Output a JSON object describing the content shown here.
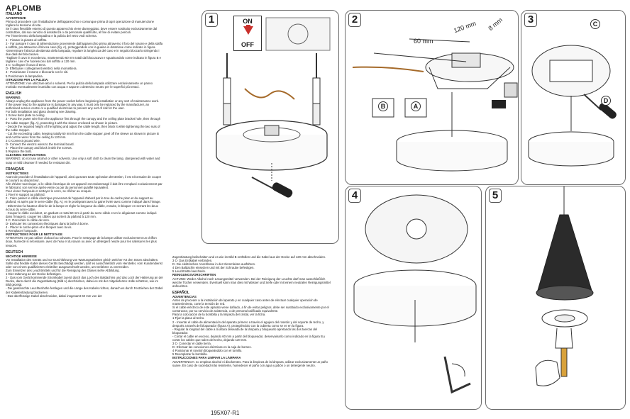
{
  "title": "APLOMB",
  "code": "195X07-R1",
  "panels": {
    "p1": {
      "number": "1",
      "on_label": "ON",
      "off_label": "OFF"
    },
    "p2": {
      "number": "2",
      "dim_60": "60 mm",
      "dim_120": "120 mm",
      "dim_8": "8 mm",
      "callout_a": "A",
      "callout_b": "B"
    },
    "p3": {
      "number": "3",
      "callout_c": "C",
      "callout_d": "D"
    },
    "p4": {
      "number": "4"
    },
    "p5": {
      "number": "5"
    }
  },
  "column1": [
    {
      "lang": "ITALIANO",
      "paragraphs": [
        {
          "bold": true,
          "text": "AVVERTENZE"
        },
        {
          "bold": false,
          "text": "Prima di procedere con l'installazione dell'apparecchio e comunque prima di ogni operazione di manutenzione togliere la tensione di rete."
        },
        {
          "bold": false,
          "text": "Se il cavo flessibile esterno di questo apparecchio viene danneggiato, deve essere sostituito esclusivamente dal costruttore, dal suo servizio di assistenza o da personale qualificato, al fine di evitare pericoli."
        },
        {
          "bold": false,
          "text": "Per l'inserimento della lampadina e la pulizia del vetro vedi schema."
        },
        {
          "bold": false,
          "text": "1 - Fissare la piastra al soffitto."
        },
        {
          "bold": false,
          "text": "2 - Far passare il cavo di alimentazione proveniente dall'apparecchio prima attraverso il foro del rosone e della staffa a soffitto, poi attraverso il blocca cavo (fig. A), proteggendolo con la guaina in dotazione come indicato in figura."
        },
        {
          "bold": false,
          "text": "-Determinare l'altezza desiderata della lampada, regolare la lunghezza del cavo e in seguito bloccarlo stringendo i due dadi del bloccacavo."
        },
        {
          "bold": false,
          "text": "-Tagliare il cavo in eccedenza, mantenendo 60 mm totali dal bloccacavo e sguainandolo come indicato in figura B e tagliare i cavi che fuoriescono dal soffitto a 120 mm."
        },
        {
          "bold": false,
          "text": "3 C- Collegare il cavo di terra."
        },
        {
          "bold": false,
          "text": "D- Effettuare i collegamenti elettrici nella morsettiera."
        },
        {
          "bold": false,
          "text": "4 - Posizionare il rosone e bloccarlo con le viti."
        },
        {
          "bold": false,
          "text": "5 Posizionare la lampadina."
        },
        {
          "bold": true,
          "text": "ISTRUZIONI PER LA PULIZIA:"
        },
        {
          "bold": false,
          "text": "ATTENZIONE: non utilizzare alcol o solventi. Per la pulizia della lampada utilizzare esclusivamente un panno morbido eventualmente inumidito con acqua e sapone o detersivo neutro per le superfici più tenaci."
        }
      ]
    },
    {
      "lang": "ENGLISH",
      "paragraphs": [
        {
          "bold": true,
          "text": "WARNING"
        },
        {
          "bold": false,
          "text": "Always unplug the appliance from the power socket before beginning installation or any sort of maintenance work."
        },
        {
          "bold": false,
          "text": "If the power lead to the appliance is damaged in any way, it must only be replaced by the manufacturer, an authorised service centre or a qualified electrician to prevent any sort of risk for the user."
        },
        {
          "bold": false,
          "text": "For bulb installation and glass cleaning see drawing."
        },
        {
          "bold": false,
          "text": "1 Screw back plate to ceiling."
        },
        {
          "bold": false,
          "text": "2 - Pass the power wire from the appliance first through the canopy and the ceiling plate bracket hole, then through the cable stopper (fig. A), protecting it with the sleeve enclosed as shown in picture."
        },
        {
          "bold": false,
          "text": "- Decide the required height of the lighting and adjust the cable length, then block it while tightening the two nuts of the cable stopper."
        },
        {
          "bold": false,
          "text": "- Cut the exceeding cable, keeping totally 60 mm from the cable stopper, peel off the sleeve as shown in picture B and cut the wires from the ceiling to 120 mm."
        },
        {
          "bold": false,
          "text": "3 C-Connect ground wire."
        },
        {
          "bold": false,
          "text": "D- Connect the electric wires to the terminal board."
        },
        {
          "bold": false,
          "text": "4 - Place the canopy and block it with the screws."
        },
        {
          "bold": false,
          "text": "5 Replace the bulb."
        },
        {
          "bold": true,
          "text": "CLEANING INSTRUCTIONS:"
        },
        {
          "bold": false,
          "text": "WARNING: do not use alcohol or other solvents. Use only a soft cloth to clean the lamp, dampened with water and soap or mild cleanser if needed for resistant dirt."
        }
      ]
    },
    {
      "lang": "FRANÇAIS",
      "paragraphs": [
        {
          "bold": true,
          "text": "INSTRUCTIONS"
        },
        {
          "bold": false,
          "text": "Avant de procéder à l'installation de l'appareil, ainsi qu'avant toute opération d'entretien, il est nécessaire de couper le courant au disjoncteur."
        },
        {
          "bold": false,
          "text": "Afin d'éviter tout risque, si le câble électrique de cet appareil est endommagé il doit être remplacé exclusivement par le fabricant, son service après-vente ou par du personnel qualifié équivalent."
        },
        {
          "bold": false,
          "text": "Pour visser l'ampoule et nettoyer le verre, se référer au croquis."
        },
        {
          "bold": false,
          "text": "1 Fixer le support au plafond."
        },
        {
          "bold": false,
          "text": "2 - Faire passer le câble électrique provenant de l'appareil d'abord par le trou du cache piton et du support au plafond, et après par le serre-câble (fig. A), en le protégeant avec la gaine livrée avec comme indiqué dans l'image."
        },
        {
          "bold": false,
          "text": "- Déterminer la hauteur désirée de la lampe et régler la longueur du câble, ensuite, le bloquer en serrant les deux écrous du serre-câble."
        },
        {
          "bold": false,
          "text": "- Couper le câble excédent, en gardant en total 60 mm à partir du serre-câble et en le dégainant comme indiqué dans l'image B, couper les câbles qui sortent du plafond à 120 mm."
        },
        {
          "bold": false,
          "text": "3 C- Raccorder le câble de terre."
        },
        {
          "bold": false,
          "text": "D- Exécuter les connexions électriques dans la boîte à borne."
        },
        {
          "bold": false,
          "text": "4 - Placer le cache-piton et le bloquer avec la vis."
        },
        {
          "bold": false,
          "text": "5 Remplacer l'ampoule."
        },
        {
          "bold": true,
          "text": "INSTRUCTIONS POUR LE NETTOYAGE"
        },
        {
          "bold": false,
          "text": "ATTENTION: ne pas utiliser d'alcool ou solvants. Pour le nettoyage de la lampe utiliser exclusivement un chiffon doux, humecté si nécessaire, avec de l'eau et du savon ou avec un détergent neutre pour les salissures les plus tenaces."
        }
      ]
    },
    {
      "lang": "DEUTSCH",
      "paragraphs": [
        {
          "bold": true,
          "text": "WICHTIGE HINWEISE"
        },
        {
          "bold": false,
          "text": "Vor Installation des Geräts und vor Durchführung von Wartungsarbeiten gleich welcher Art den Strom abschalten."
        },
        {
          "bold": false,
          "text": "Sollte das flexible Kabel dieses Geräts beschädigt werden, darf es ausschließlich vom Hersteller, vom Kundendienst oder von einem qualifizierten elektriker ausgewechselt werden, um Gefahren zu vermeiden."
        },
        {
          "bold": false,
          "text": "Zum Einsetzen des Leuchtmittels und für die Reinigung des Glases siehe Abbildung."
        },
        {
          "bold": false,
          "text": "1 Die Halterung an der Decke befestigen."
        },
        {
          "bold": false,
          "text": "2 - Das vom Gerät kommende Stromkabel zuerst durch das Loch des Baldachins und das Loch der Halterung an der Decke, dann durch die Zugentlastung (Bild A) durchziehen, dabei es mit der mitgelieferten Hülle schützen, wie im Bild gezeigt."
        },
        {
          "bold": false,
          "text": "- Die gewünschte Leuchtenhöhe festlegen und die Länge des Kabels richten, danach es durch Festziehen der Dübel der Kabelentlastung blockieren."
        },
        {
          "bold": false,
          "text": "- Das überflüssige Kabel abschneiden, dabei insgesamt 60 mm von der"
        }
      ]
    }
  ],
  "column2": [
    {
      "lang": "",
      "paragraphs": [
        {
          "bold": false,
          "text": "Zugentlastung beibehalten und es wie im Bild B enthüllen und die Kabel aus der Decke auf 120 mm abschneiden."
        },
        {
          "bold": false,
          "text": "3 C- Das Erdkabel verbinden."
        },
        {
          "bold": false,
          "text": "D- Die elektrischen Anschlüsse in der Klemmleiste ausführen."
        },
        {
          "bold": false,
          "text": "4 Den Baldachin einsetzen und mit der Schraube befestigen."
        },
        {
          "bold": false,
          "text": "5 Leuchtmittel wechseln."
        },
        {
          "bold": true,
          "text": "REINIGUNGSVORSCHRIFTEN"
        },
        {
          "bold": false,
          "text": "ACTUNG: Weder Alkohol noch Lösungsmittel verwenden. Bei der Reinigung der Leuchte darf man ausschließlich weiche Tücher verwenden. Eventuell kann man dies mit Wasser und Seife oder mit einem neutralen Reinigungsmittel anfeuchten."
        }
      ]
    },
    {
      "lang": "ESPAÑOL",
      "paragraphs": [
        {
          "bold": true,
          "text": "ADVERTENCIAS"
        },
        {
          "bold": false,
          "text": "Antes de proceder a la instalación del aparato y en cualquier caso antes de efectuar cualquier operación de mantenimiento, corte la tensión de red."
        },
        {
          "bold": false,
          "text": "Si el cable eléctrico de este aparato viene dañado, a fin de evitar peligros, debe ser sustituido exclusivamente por el constructor, por su servicio de asistencia, o de personal calificado equivalente."
        },
        {
          "bold": false,
          "text": "Para la colocación de la bombilla y la limpieza del cristal, ver la ficha."
        },
        {
          "bold": false,
          "text": "1 Fijar la placa al techo."
        },
        {
          "bold": false,
          "text": "2 - Insertar el cable de alimentación del aparato primero a través el agujero del rosetón y del soporte de techo, y después a través del bloqueador (figura A), protegiéndolo con la cubierta como se ve en la figura."
        },
        {
          "bold": false,
          "text": "- Regular la longitud del cable a la altura deseada de la lámpara y bloquearlo apretando las dos tuercas del bloqueador."
        },
        {
          "bold": false,
          "text": "- Cortar el cable en exceso, dejando 60 mm a partir del bloqueador, desenvainarlo como indicado en la figura B y cortar los cables que salen del techo, dejando 120 mm."
        },
        {
          "bold": false,
          "text": "3 C- Conectar el cable tierra."
        },
        {
          "bold": false,
          "text": "D- Efectuar las conexiones eléctricas en la caja de bornes."
        },
        {
          "bold": false,
          "text": "4 Posicionar el rosetón bloqueándolo con el tornillo."
        },
        {
          "bold": false,
          "text": "5 Reemplazar la bombilla."
        },
        {
          "bold": true,
          "text": "INSTRUCCIONES PARA LIMPIAR LA LÁMPARA"
        },
        {
          "bold": false,
          "text": "ADVERTENCIA: no emplear alcohol ni disolventes. Para la limpieza de la lámpara, utilizar exclusivamente un paño suave. En caso de suciedad más resistente, humedecer el paño con agua y jabón o un detergente neutro."
        }
      ]
    }
  ]
}
